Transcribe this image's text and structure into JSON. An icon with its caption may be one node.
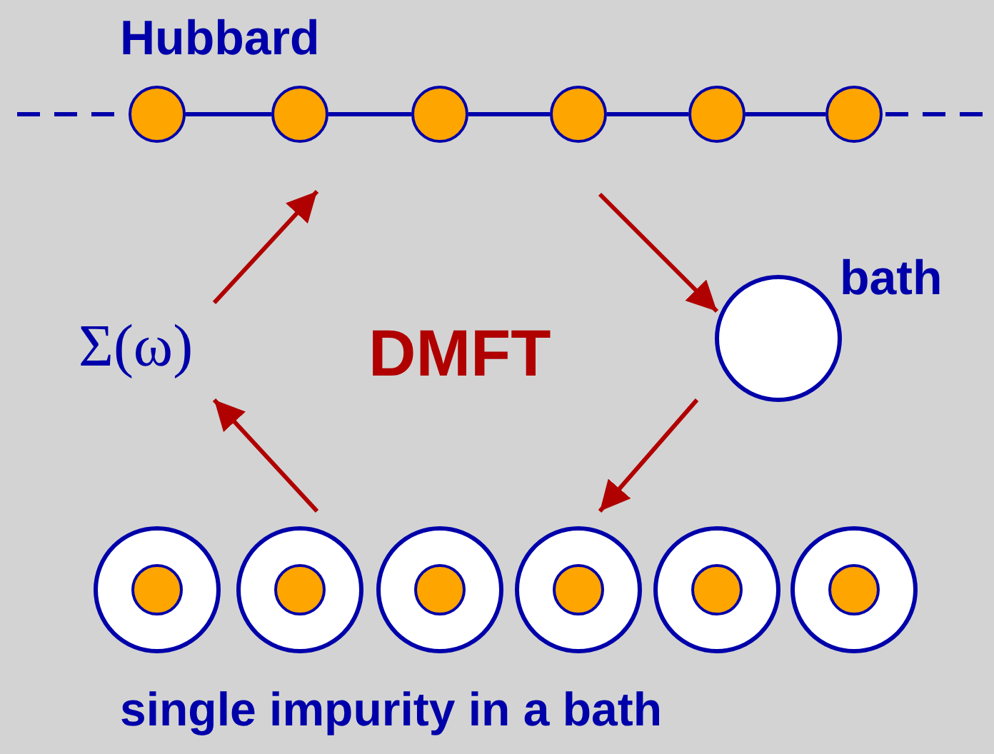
{
  "diagram": {
    "nodes": [
      {
        "text": [
          "Hubbard"
        ]
      },
      {
        "text": [],
        "shape": "circle",
        "in": 0
      },
      {
        "text": [],
        "shape": "circle",
        "in": 0
      },
      {
        "text": [],
        "shape": "circle",
        "in": 0
      },
      {
        "text": [],
        "shape": "circle",
        "in": 0
      },
      {
        "text": [],
        "shape": "circle",
        "in": 0
      },
      {
        "text": [],
        "shape": "circle",
        "in": 0
      },
      {
        "text": [
          "bath"
        ]
      },
      {
        "text": [
          "Σ(ω)"
        ]
      },
      {
        "text": [
          "single impurity in a bath"
        ]
      },
      {
        "text": [],
        "shape": "circle",
        "in": 9
      },
      {
        "text": [],
        "shape": "circle",
        "in": 9
      },
      {
        "text": [],
        "shape": "circle",
        "in": 9
      },
      {
        "text": [],
        "shape": "circle",
        "in": 9
      },
      {
        "text": [],
        "shape": "circle",
        "in": 9
      },
      {
        "text": [],
        "shape": "circle",
        "in": 9
      }
    ],
    "edges": [
      {
        "from": 1,
        "to": 2,
        "arrow": "none"
      },
      {
        "from": 2,
        "to": 3,
        "arrow": "none"
      },
      {
        "from": 3,
        "to": 4,
        "arrow": "none"
      },
      {
        "from": 4,
        "to": 5,
        "arrow": "none"
      },
      {
        "from": 5,
        "to": 6,
        "arrow": "none"
      },
      {
        "from": 0,
        "to": 7,
        "arrow": "to",
        "color": "#b00000"
      },
      {
        "from": 7,
        "to": 9,
        "arrow": "to",
        "color": "#b00000"
      },
      {
        "from": 9,
        "to": 8,
        "arrow": "to",
        "color": "#b00000"
      },
      {
        "from": 8,
        "to": 0,
        "arrow": "to",
        "color": "#b00000"
      }
    ],
    "labels": [
      "DMFT"
    ]
  }
}
